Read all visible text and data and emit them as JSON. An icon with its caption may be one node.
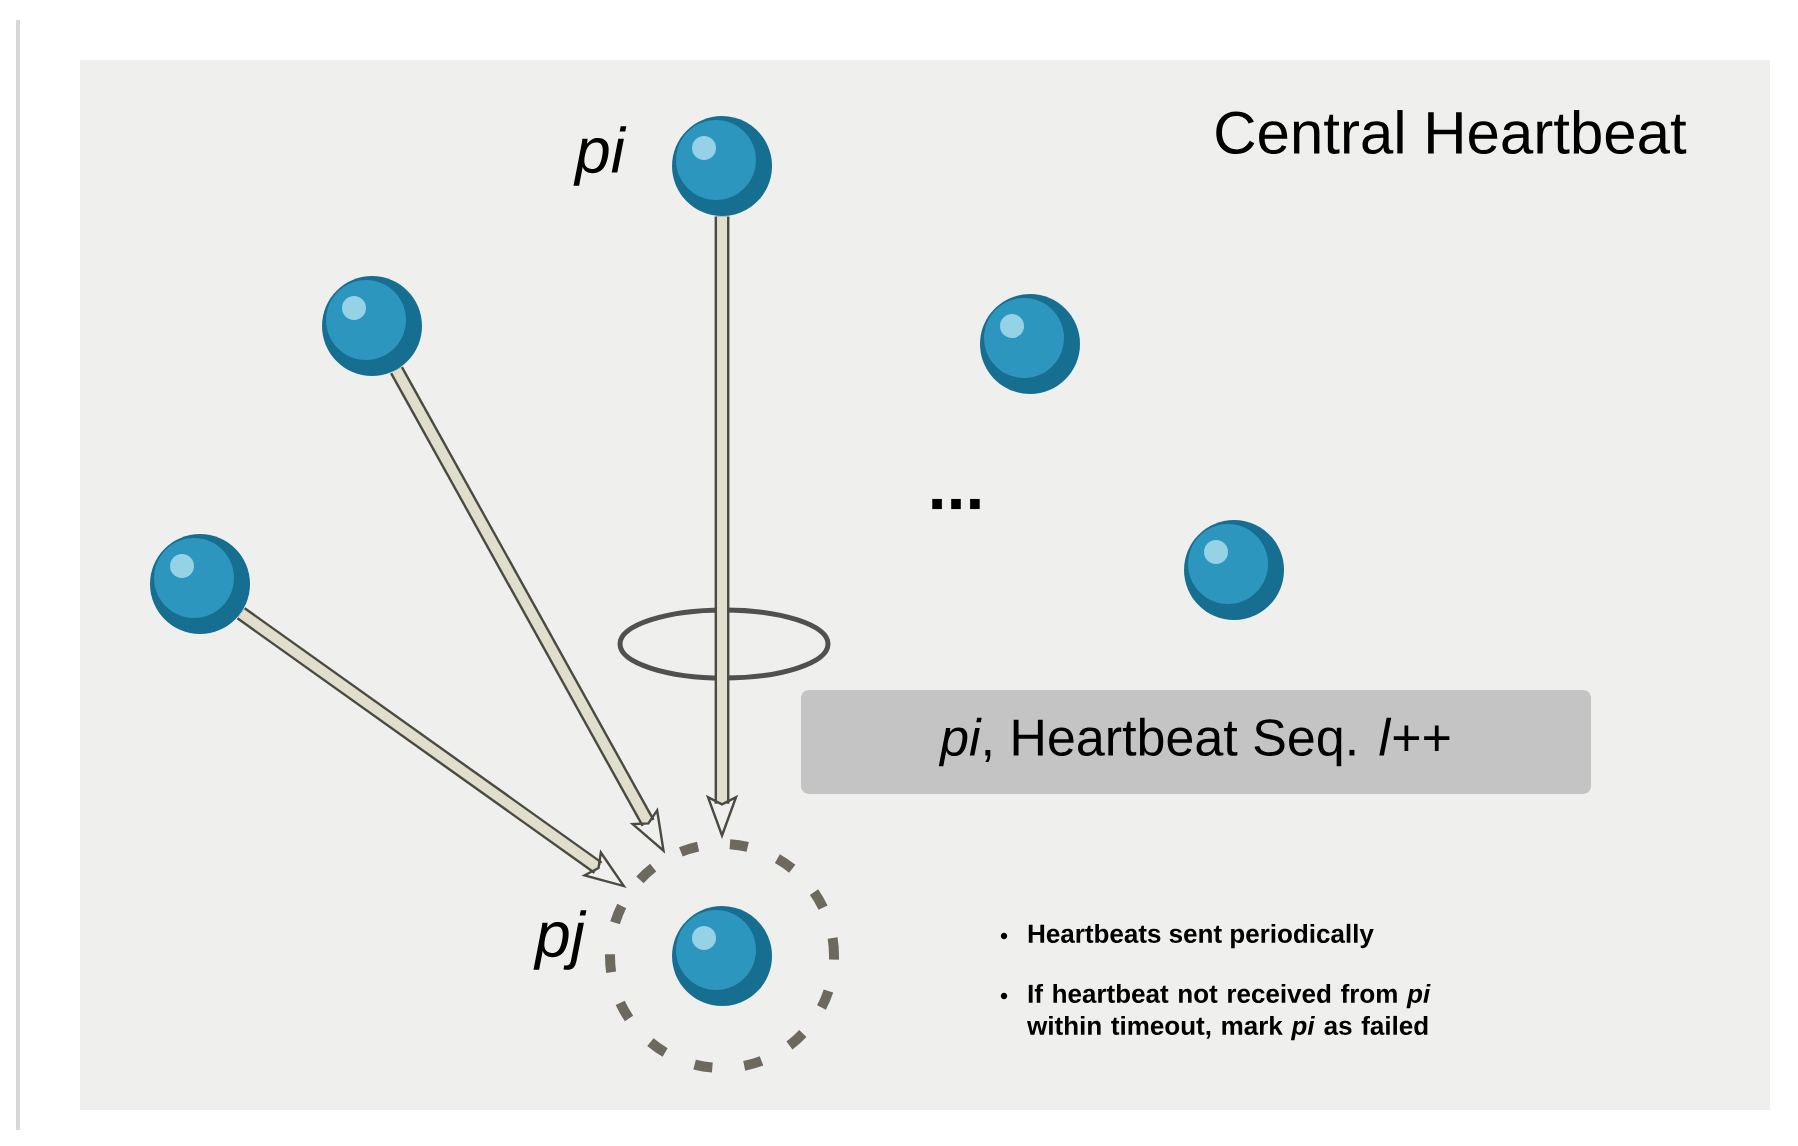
{
  "diagram": {
    "nodes": [
      {
        "text": [],
        "shape": "circle",
        "beside": [
          "pi"
        ]
      },
      {
        "text": [],
        "shape": "circle"
      },
      {
        "text": [],
        "shape": "circle"
      },
      {
        "text": [],
        "shape": "circle"
      },
      {
        "text": [],
        "shape": "circle"
      },
      {
        "text": [],
        "shape": "circle",
        "beside": [
          "pj"
        ]
      },
      {
        "text": [
          "*pi*, Heartbeat Seq. *l*++"
        ]
      }
    ],
    "edges": [
      {
        "from": 0,
        "to": 5,
        "arrow": "to"
      },
      {
        "from": 1,
        "to": 5,
        "arrow": "to"
      },
      {
        "from": 2,
        "to": 5,
        "arrow": "to"
      }
    ],
    "labels": [
      "Central Heartbeat",
      "...",
      "Heartbeats sent periodically",
      "If heartbeat not received from *pi* within timeout, mark *pi* as failed"
    ]
  }
}
